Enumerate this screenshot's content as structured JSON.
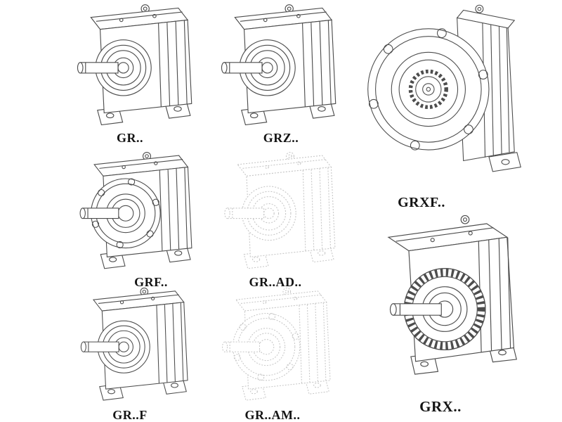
{
  "background": "#ffffff",
  "colors": {
    "line_dark": "#4d4d4d",
    "line_light": "#c7c7c7",
    "label_text": "#141414"
  },
  "figures": [
    {
      "id": "gr",
      "label": "GR..",
      "style": "dark",
      "drawing": "foot-mounted-helical-gear-reducer-isometric"
    },
    {
      "id": "grz",
      "label": "GRZ..",
      "style": "dark",
      "drawing": "foot-mounted-helical-gear-reducer-isometric"
    },
    {
      "id": "grxf",
      "label": "GRXF..",
      "style": "dark",
      "drawing": "flange-mounted-gear-reducer-front-view"
    },
    {
      "id": "grf",
      "label": "GRF..",
      "style": "dark",
      "drawing": "flange-mounted-helical-gear-reducer-isometric"
    },
    {
      "id": "grad",
      "label": "GR..AD..",
      "style": "light",
      "drawing": "foot-mounted-reducer-with-adapter-isometric"
    },
    {
      "id": "grf2",
      "label": "GR..F",
      "style": "dark",
      "drawing": "foot-mounted-helical-gear-reducer-isometric"
    },
    {
      "id": "gram",
      "label": "GR..AM..",
      "style": "light",
      "drawing": "flange-adapter-reducer-isometric"
    },
    {
      "id": "grx",
      "label": "GRX..",
      "style": "dark",
      "drawing": "finned-helical-gear-reducer-isometric"
    }
  ]
}
